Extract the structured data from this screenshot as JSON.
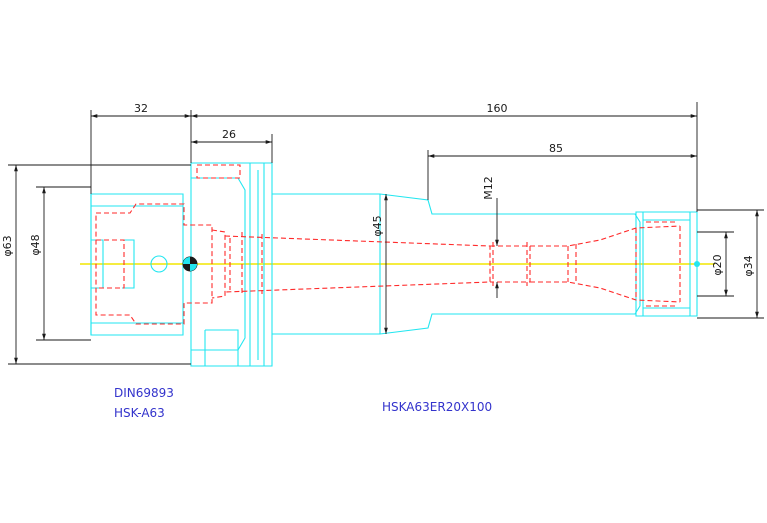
{
  "dimensions": {
    "d32": "32",
    "d160": "160",
    "d26": "26",
    "d85": "85",
    "m12": "M12",
    "phi45": "φ45",
    "phi63": "φ63",
    "phi48": "φ48",
    "phi20": "φ20",
    "phi34": "φ34"
  },
  "notes": {
    "standard": "DIN69893",
    "interface": "HSK-A63",
    "part_number": "HSKA63ER20X100"
  },
  "colors": {
    "outline": "#22e6f0",
    "hidden": "#ff2a2a",
    "centerline": "#f2e600",
    "dimension": "#1a1a1a",
    "note_text": "#3333cc"
  }
}
